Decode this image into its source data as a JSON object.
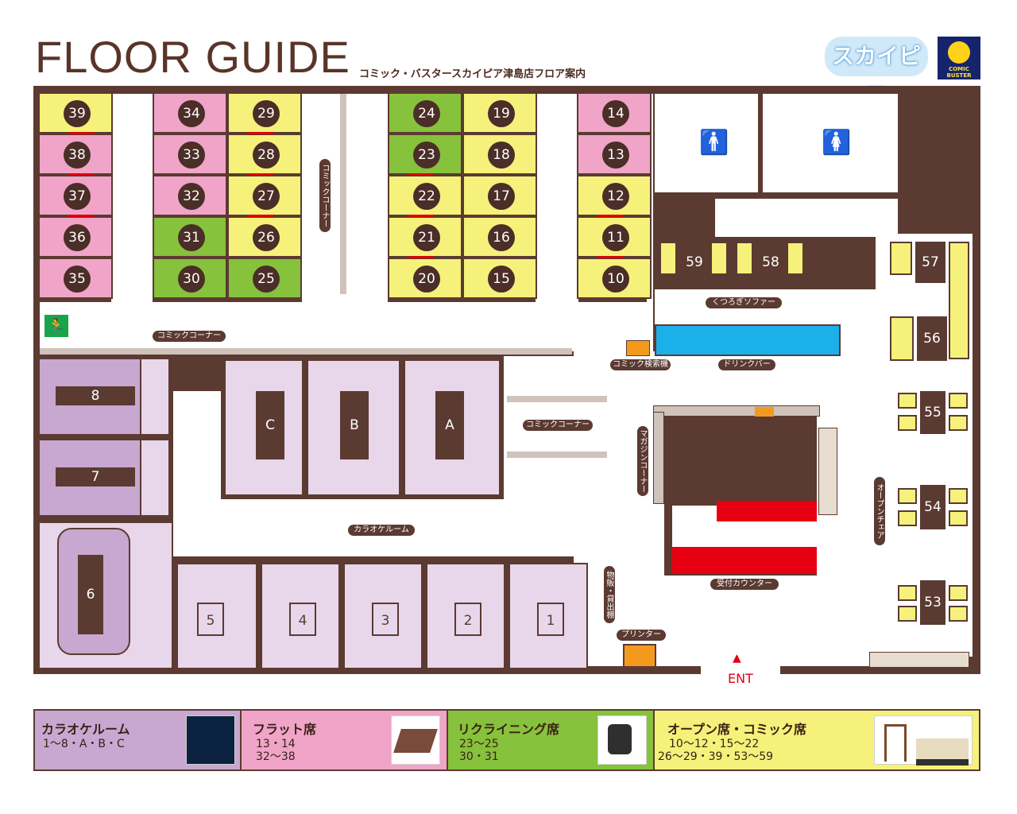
{
  "header": {
    "title": "FLOOR GUIDE",
    "subtitle": "コミック・バスタースカイピア津島店フロア案内",
    "logo_text": "スカイピア",
    "logo2_text": "COMIC BUSTER"
  },
  "seats": {
    "col1": [
      "39",
      "38",
      "37",
      "36",
      "35"
    ],
    "col2": [
      "34",
      "33",
      "32",
      "31",
      "30"
    ],
    "col3": [
      "29",
      "28",
      "27",
      "26",
      "25"
    ],
    "col4": [
      "24",
      "23",
      "22",
      "21",
      "20"
    ],
    "col5": [
      "19",
      "18",
      "17",
      "16",
      "15"
    ],
    "col6": [
      "14",
      "13",
      "12",
      "11",
      "10"
    ],
    "sofa": [
      "59",
      "58",
      "57",
      "56"
    ],
    "tables": [
      "55",
      "54",
      "53"
    ]
  },
  "rooms": {
    "karaoke_top": [
      "8",
      "7"
    ],
    "karaoke_big": "6",
    "karaoke_abc": [
      "C",
      "B",
      "A"
    ],
    "karaoke_bottom": [
      "5",
      "4",
      "3",
      "2",
      "1"
    ]
  },
  "labels": {
    "comic_corner_v": "コミックコーナー",
    "comic_corner_h1": "コミックコーナー",
    "comic_corner_h2": "コミックコーナー",
    "kutsurogi": "くつろぎソファー",
    "comic_search": "コミック検索機",
    "drink_bar": "ドリンクバー",
    "magazine": "マガジンコーナー",
    "open_chair": "オープンチェア",
    "karaoke_room": "カラオケルーム",
    "goods": "物販・貸出棚",
    "printer": "プリンター",
    "reception": "受付カウンター",
    "ent": "ENT"
  },
  "legend": [
    {
      "title": "カラオケルーム",
      "line1": "1〜8・A・B・C",
      "line2": "",
      "color": "#c8a8d0"
    },
    {
      "title": "フラット席",
      "line1": "13・14",
      "line2": "32〜38",
      "color": "#f0a4c8"
    },
    {
      "title": "リクライニング席",
      "line1": "23〜25",
      "line2": "30・31",
      "color": "#86c23c"
    },
    {
      "title": "オープン席・コミック席",
      "line1": "10〜12・15〜22",
      "line2": "26〜29・39・53〜59",
      "color": "#f5f17a"
    }
  ],
  "colors": {
    "brown": "#5b3a31",
    "open": "#f5f17a",
    "flat": "#f0a4c8",
    "recline": "#86c23c",
    "karaoke": "#c8a8d0",
    "drink": "#1cb0ea"
  }
}
